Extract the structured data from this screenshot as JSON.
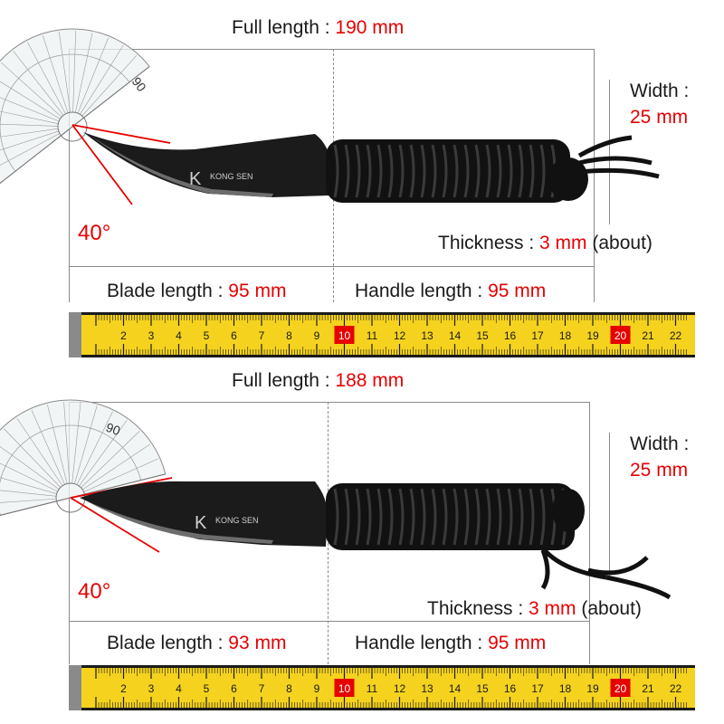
{
  "colors": {
    "accent_red": "#e60000",
    "tape_yellow": "#f4d21e",
    "tape_mark": "#1a1a1a",
    "blade_black": "#1b1b1b",
    "cord_black": "#111111"
  },
  "tape": {
    "numbers": [
      "2",
      "3",
      "4",
      "5",
      "6",
      "7",
      "8",
      "9",
      "10",
      "11",
      "12",
      "13",
      "14",
      "15",
      "16",
      "17",
      "18",
      "19",
      "20",
      "21",
      "22"
    ],
    "highlighted": [
      "10",
      "20"
    ]
  },
  "knives": [
    {
      "full_length_label": "Full length : ",
      "full_length_value": "190 mm",
      "width_label": "Width :",
      "width_value": "25 mm",
      "angle": "40°",
      "thickness_label": "Thickness : ",
      "thickness_value": "3 mm",
      "thickness_note": " (about)",
      "blade_label": "Blade length : ",
      "blade_value": "95 mm",
      "handle_label": "Handle length : ",
      "handle_value": "95 mm",
      "brand_text": "KONG SEN",
      "protractor_label": "90"
    },
    {
      "full_length_label": "Full length : ",
      "full_length_value": "188 mm",
      "width_label": "Width :",
      "width_value": "25 mm",
      "angle": "40°",
      "thickness_label": "Thickness : ",
      "thickness_value": "3 mm",
      "thickness_note": " (about)",
      "blade_label": "Blade length : ",
      "blade_value": "93 mm",
      "handle_label": "Handle length : ",
      "handle_value": "95 mm",
      "brand_text": "KONG SEN",
      "protractor_label": "90"
    }
  ]
}
